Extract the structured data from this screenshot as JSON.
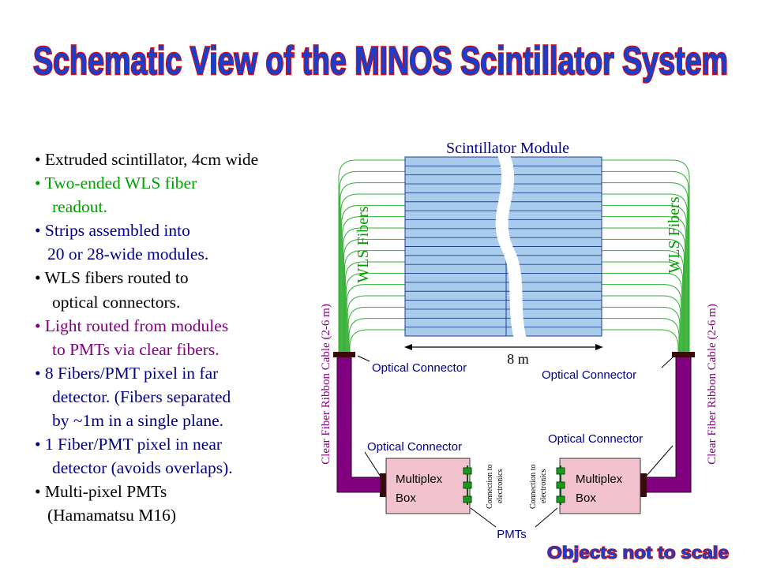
{
  "title": "Schematic View of the MINOS  Scintillator System",
  "bullets": [
    {
      "lines": [
        "Extruded scintillator, 4cm wide"
      ],
      "indents": [
        0
      ],
      "color": "#000000"
    },
    {
      "lines": [
        "Two-ended WLS fiber",
        "readout."
      ],
      "indents": [
        0,
        22
      ],
      "color": "#00a000"
    },
    {
      "lines": [
        "Strips assembled into",
        "20 or 28-wide modules."
      ],
      "indents": [
        0,
        16
      ],
      "color": "#00008b"
    },
    {
      "lines": [
        "WLS fibers routed to",
        "optical connectors."
      ],
      "indents": [
        0,
        22
      ],
      "color": "#000000"
    },
    {
      "lines": [
        "Light routed from modules",
        "to PMTs via clear fibers."
      ],
      "indents": [
        0,
        22
      ],
      "color": "#800080"
    },
    {
      "lines": [
        "8 Fibers/PMT pixel in far",
        "detector. (Fibers separated",
        "by ~1m in a single plane."
      ],
      "indents": [
        0,
        22,
        22
      ],
      "color": "#00008b"
    },
    {
      "lines": [
        "1 Fiber/PMT pixel in near",
        "detector (avoids overlaps)."
      ],
      "indents": [
        0,
        22
      ],
      "color": "#00008b"
    },
    {
      "lines": [
        "Multi-pixel PMTs",
        "(Hamamatsu M16)"
      ],
      "indents": [
        0,
        16
      ],
      "color": "#000000"
    }
  ],
  "diagram": {
    "module_label": "Scintillator Module",
    "wls_left": "WLS Fibers",
    "wls_right": "WLS Fibers",
    "length_label": "8 m",
    "optical_connector_left_top": "Optical Connector",
    "optical_connector_right_top": "Optical Connector",
    "optical_connector_left_bottom": "Optical Connector",
    "optical_connector_right_bottom": "Optical Connector",
    "clear_fiber_left": "Clear Fiber Ribbon Cable (2-6 m)",
    "clear_fiber_right": "Clear Fiber Ribbon Cable (2-6 m)",
    "mux_left_line1": "Multiplex",
    "mux_left_line2": "Box",
    "mux_right_line1": "Multiplex",
    "mux_right_line2": "Box",
    "conn_left_line1": "Connection to",
    "conn_left_line2": "electronics",
    "conn_right_line1": "Connection to",
    "conn_right_line2": "electronics",
    "pmts_label": "PMTs",
    "not_to_scale": "Objects not to scale"
  },
  "colors": {
    "title_fill": "#1a3dcc",
    "title_stroke": "#cc1010",
    "scint": "#a9ccec",
    "wls_fiber": "#34b034",
    "clear_cable": "#800080",
    "mux_box": "#f2c2cf",
    "pmt": "#1a9a1a",
    "label_blue": "#00008b",
    "label_purple": "#800080",
    "label_green": "#00a000"
  }
}
